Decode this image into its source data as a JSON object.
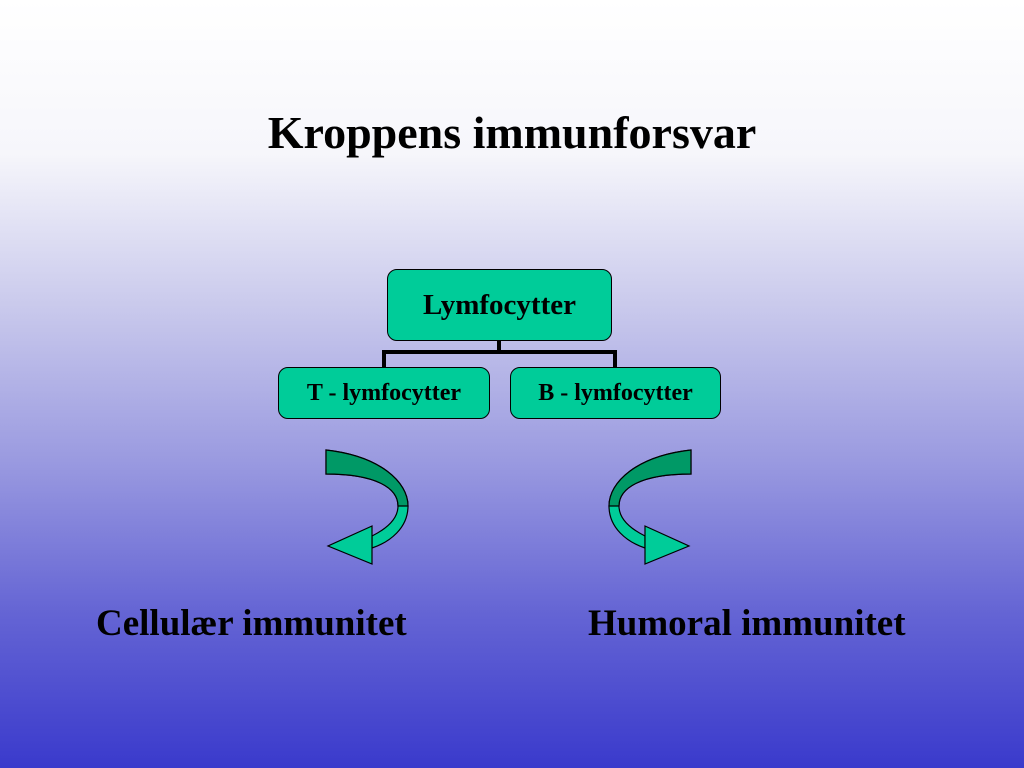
{
  "slide": {
    "title": "Kroppens immunforsvar"
  },
  "diagram": {
    "root": "Lymfocytter",
    "children": [
      "T - lymfocytter",
      "B - lymfocytter"
    ]
  },
  "outcomes": {
    "left": "Cellulær immunitet",
    "right": "Humoral immunitet"
  },
  "colors": {
    "node_fill": "#00cc99",
    "arrow_fill": "#00cc99",
    "arrow_shadow": "#009966",
    "background_top": "#ffffff",
    "background_bottom": "#3a3acc"
  }
}
